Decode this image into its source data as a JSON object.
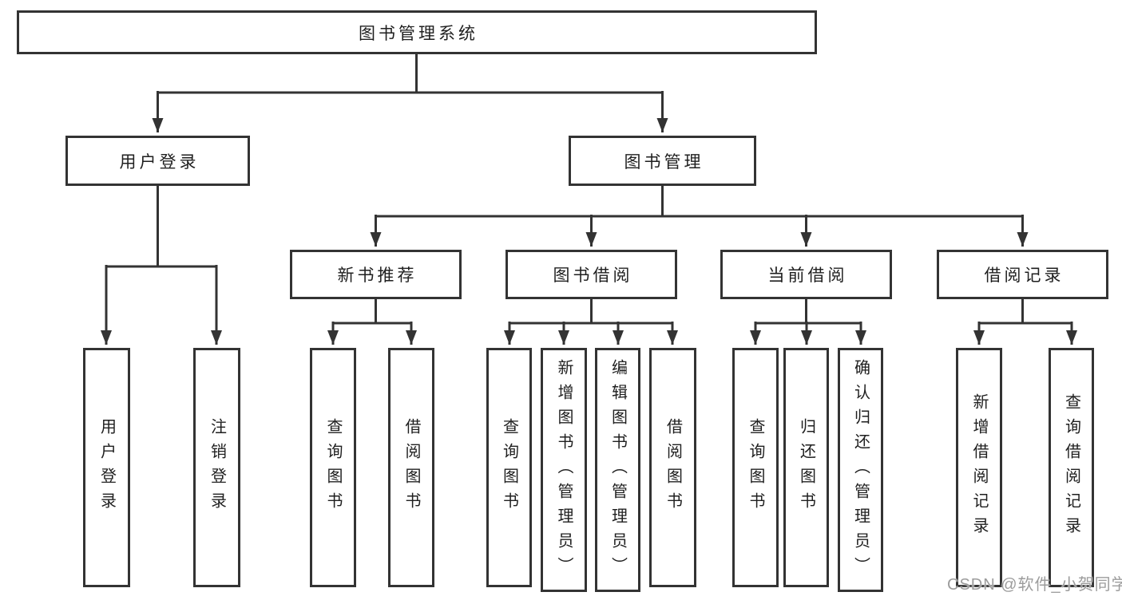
{
  "watermark": "CSDN @软件_小贺同学",
  "colors": {
    "line": "#333333",
    "box_border": "#333333",
    "text": "#1f1f1f",
    "watermark": "#9c9c9c",
    "background": "#ffffff"
  },
  "tree": {
    "root": {
      "label": "图书管理系统"
    },
    "branches": [
      {
        "label": "用户登录",
        "children": [
          {
            "label": "用户登录"
          },
          {
            "label": "注销登录"
          }
        ]
      },
      {
        "label": "图书管理",
        "children": [
          {
            "label": "新书推荐",
            "children": [
              {
                "label": "查询图书"
              },
              {
                "label": "借阅图书"
              }
            ]
          },
          {
            "label": "图书借阅",
            "children": [
              {
                "label": "查询图书"
              },
              {
                "label": "新增图书（管理员）"
              },
              {
                "label": "编辑图书（管理员）"
              },
              {
                "label": "借阅图书"
              }
            ]
          },
          {
            "label": "当前借阅",
            "children": [
              {
                "label": "查询图书"
              },
              {
                "label": "归还图书"
              },
              {
                "label": "确认归还（管理员）"
              }
            ]
          },
          {
            "label": "借阅记录",
            "children": [
              {
                "label": "新增借阅记录"
              },
              {
                "label": "查询借阅记录"
              }
            ]
          }
        ]
      }
    ]
  }
}
